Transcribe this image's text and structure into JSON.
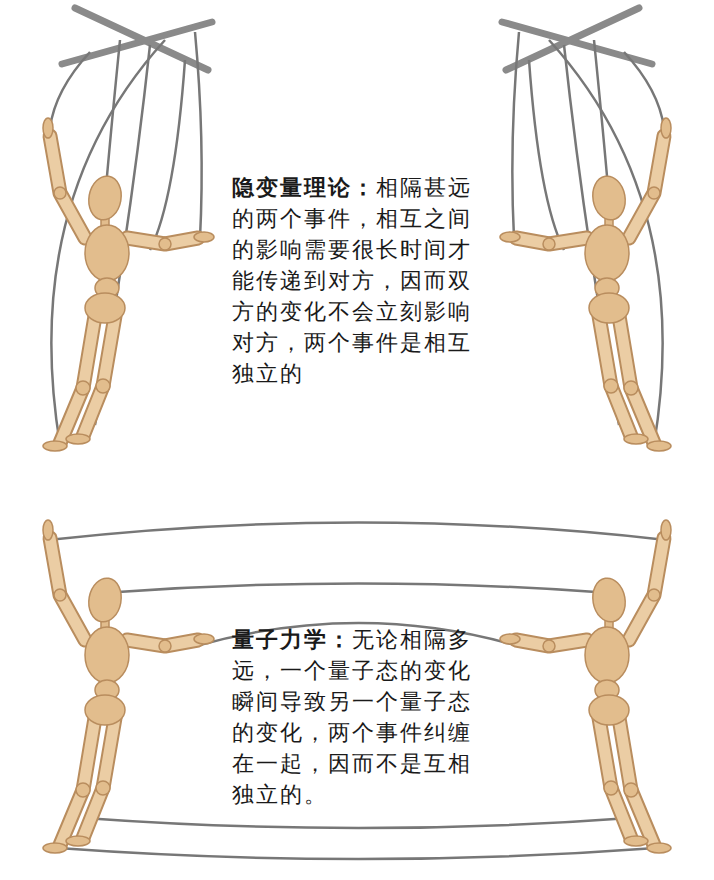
{
  "diagram": {
    "labels": [
      "隐变量理论：",
      "相隔甚远的两个事件，相互之间的影响需要很长时间才能传递到对方，因而双方的变化不会立刻影响对方，两个事件是相互独立的",
      "量子力学：",
      "无论相隔多远，一个量子态的变化瞬间导致另一个量子态的变化，两个事件纠缠在一起，因而不是互相独立的。"
    ]
  }
}
